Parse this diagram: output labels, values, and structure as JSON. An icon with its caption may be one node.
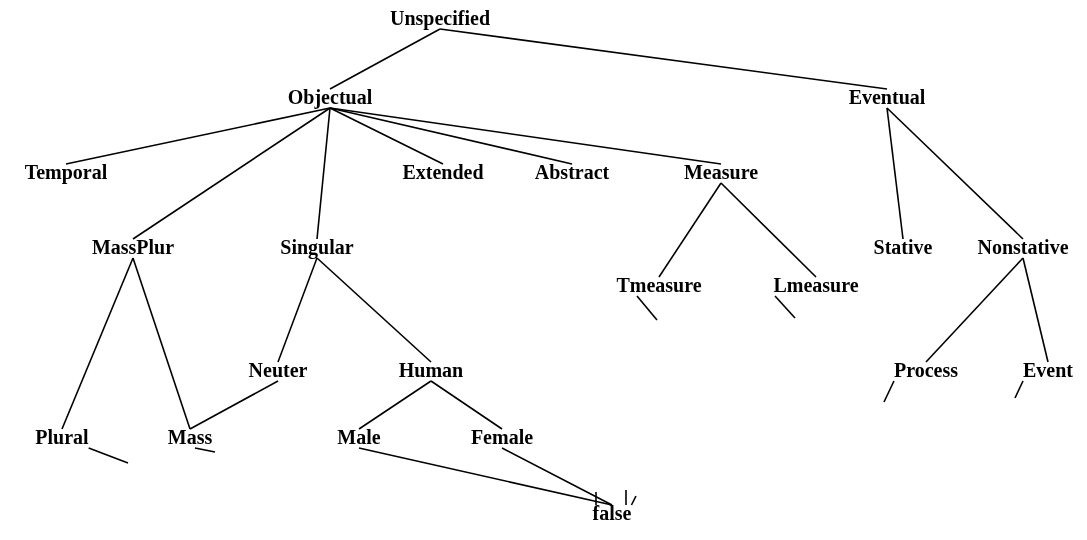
{
  "diagram": {
    "nodes": [
      {
        "text": [
          "Unspecified"
        ]
      },
      {
        "text": [
          "Objectual"
        ]
      },
      {
        "text": [
          "Eventual"
        ]
      },
      {
        "text": [
          "Temporal"
        ]
      },
      {
        "text": [
          "Extended"
        ]
      },
      {
        "text": [
          "Abstract"
        ]
      },
      {
        "text": [
          "Measure"
        ]
      },
      {
        "text": [
          "MassPlur"
        ]
      },
      {
        "text": [
          "Singular"
        ]
      },
      {
        "text": [
          "Stative"
        ]
      },
      {
        "text": [
          "Nonstative"
        ]
      },
      {
        "text": [
          "Tmeasure"
        ]
      },
      {
        "text": [
          "Lmeasure"
        ]
      },
      {
        "text": [
          "Neuter"
        ]
      },
      {
        "text": [
          "Human"
        ]
      },
      {
        "text": [
          "Process"
        ]
      },
      {
        "text": [
          "Event"
        ]
      },
      {
        "text": [
          "Plural"
        ]
      },
      {
        "text": [
          "Mass"
        ]
      },
      {
        "text": [
          "Male"
        ]
      },
      {
        "text": [
          "Female"
        ]
      },
      {
        "text": [
          "false"
        ]
      }
    ],
    "edges": [
      {
        "from": 0,
        "to": 1,
        "arrow": "none"
      },
      {
        "from": 0,
        "to": 2,
        "arrow": "none"
      },
      {
        "from": 1,
        "to": 3,
        "arrow": "none"
      },
      {
        "from": 1,
        "to": 4,
        "arrow": "none"
      },
      {
        "from": 1,
        "to": 5,
        "arrow": "none"
      },
      {
        "from": 1,
        "to": 6,
        "arrow": "none"
      },
      {
        "from": 1,
        "to": 7,
        "arrow": "none"
      },
      {
        "from": 1,
        "to": 8,
        "arrow": "none"
      },
      {
        "from": 2,
        "to": 9,
        "arrow": "none"
      },
      {
        "from": 2,
        "to": 10,
        "arrow": "none"
      },
      {
        "from": 6,
        "to": 11,
        "arrow": "none"
      },
      {
        "from": 6,
        "to": 12,
        "arrow": "none"
      },
      {
        "from": 8,
        "to": 13,
        "arrow": "none"
      },
      {
        "from": 8,
        "to": 14,
        "arrow": "none"
      },
      {
        "from": 10,
        "to": 15,
        "arrow": "none"
      },
      {
        "from": 10,
        "to": 16,
        "arrow": "none"
      },
      {
        "from": 7,
        "to": 17,
        "arrow": "none"
      },
      {
        "from": 7,
        "to": 18,
        "arrow": "none"
      },
      {
        "from": 13,
        "to": 18,
        "arrow": "none"
      },
      {
        "from": 14,
        "to": 19,
        "arrow": "none"
      },
      {
        "from": 14,
        "to": 20,
        "arrow": "none"
      },
      {
        "from": 19,
        "to": 21,
        "arrow": "none"
      },
      {
        "from": 20,
        "to": 21,
        "arrow": "none"
      },
      {
        "from": 17,
        "to": null,
        "arrow": "none"
      },
      {
        "from": 18,
        "to": null,
        "arrow": "none"
      },
      {
        "from": 11,
        "to": null,
        "arrow": "none"
      },
      {
        "from": 12,
        "to": null,
        "arrow": "none"
      },
      {
        "from": 15,
        "to": null,
        "arrow": "none"
      },
      {
        "from": 16,
        "to": null,
        "arrow": "none"
      },
      {
        "from": null,
        "to": 21,
        "arrow": "none"
      },
      {
        "from": null,
        "to": 21,
        "arrow": "none"
      },
      {
        "from": null,
        "to": 21,
        "arrow": "none"
      }
    ]
  }
}
